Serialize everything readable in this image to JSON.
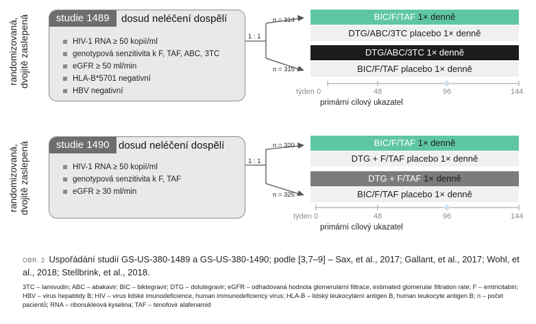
{
  "colors": {
    "teal": "#5fc6a3",
    "black": "#1c1c1c",
    "grey": "#7c7c7c",
    "light": "#f0f0f0"
  },
  "studies": [
    {
      "side_label_line1": "randomizovaná,",
      "side_label_line2": "dvojitě zaslepená",
      "tag": "studie 1489",
      "heading": "dosud neléčení dospělí",
      "criteria": [
        "HIV-1 RNA ≥ 50 kopií/ml",
        "genotypová senzitivita k F, TAF, ABC, 3TC",
        "eGFR ≥ 50 ml/min",
        "HLA-B*5701 negativní",
        "HBV negativní"
      ],
      "ratio": "1 : 1",
      "n_top": "n = 314",
      "n_bottom": "n = 315",
      "arm1_active_a": "BIC/F/TAF",
      "arm1_active_b": " 1× denně",
      "arm1_placebo": "DTG/ABC/3TC placebo 1× denně",
      "arm2_active": "DTG/ABC/3TC 1× denně",
      "arm2_placebo": "BIC/F/TAF placebo 1× denně",
      "axis_label": "týden",
      "ticks": [
        "0",
        "48",
        "96",
        "144"
      ],
      "primary": "primární cílový ukazatel"
    },
    {
      "side_label_line1": "randomizovaná,",
      "side_label_line2": "dvojitě zaslepená",
      "tag": "studie 1490",
      "heading": "dosud neléčení dospělí",
      "criteria": [
        "HIV-1 RNA ≥ 50 kopií/ml",
        "genotypová senzitivita k F, TAF",
        "eGFR ≥ 30 ml/min"
      ],
      "ratio": "1 : 1",
      "n_top": "n = 320",
      "n_bottom": "n = 325",
      "arm1_active_a": "BIC/F/TAF",
      "arm1_active_b": " 1× denně",
      "arm1_placebo": "DTG + F/TAF placebo 1× denně",
      "arm2_active_a": "DTG + F/TAF",
      "arm2_active_b": " 1× denně",
      "arm2_placebo": "BIC/F/TAF placebo 1× denně",
      "axis_label": "týden",
      "ticks": [
        "0",
        "48",
        "96",
        "144"
      ],
      "primary": "primární cílový ukazatel"
    }
  ],
  "caption": {
    "obr": "OBR. 2",
    "text": "Uspořádání studií GS-US-380-1489 a GS-US-380-1490; podle [3,7–9] – Sax, et al., 2017; Gallant, et al., 2017; Wohl, et al., 2018; Stellbrink, et al., 2018.",
    "abbreviations": "3TC – lamivudin; ABC – abakavir; BIC – biktegravir; DTG – dolutegravir; eGFR – odhadovaná hodnota glomerulární filtrace, estimated glomerular filtration rate; F – emtricitabin; HBV – virus hepatitidy B; HIV – virus lidské imunodeficience, human immunodeficiency virus; HLA-B – lidský leukocytární antigen B, human leukocyte antigen B; n – počet pacientů; RNA – ribonukleová kyselina; TAF – tenofovir alafenamid"
  }
}
